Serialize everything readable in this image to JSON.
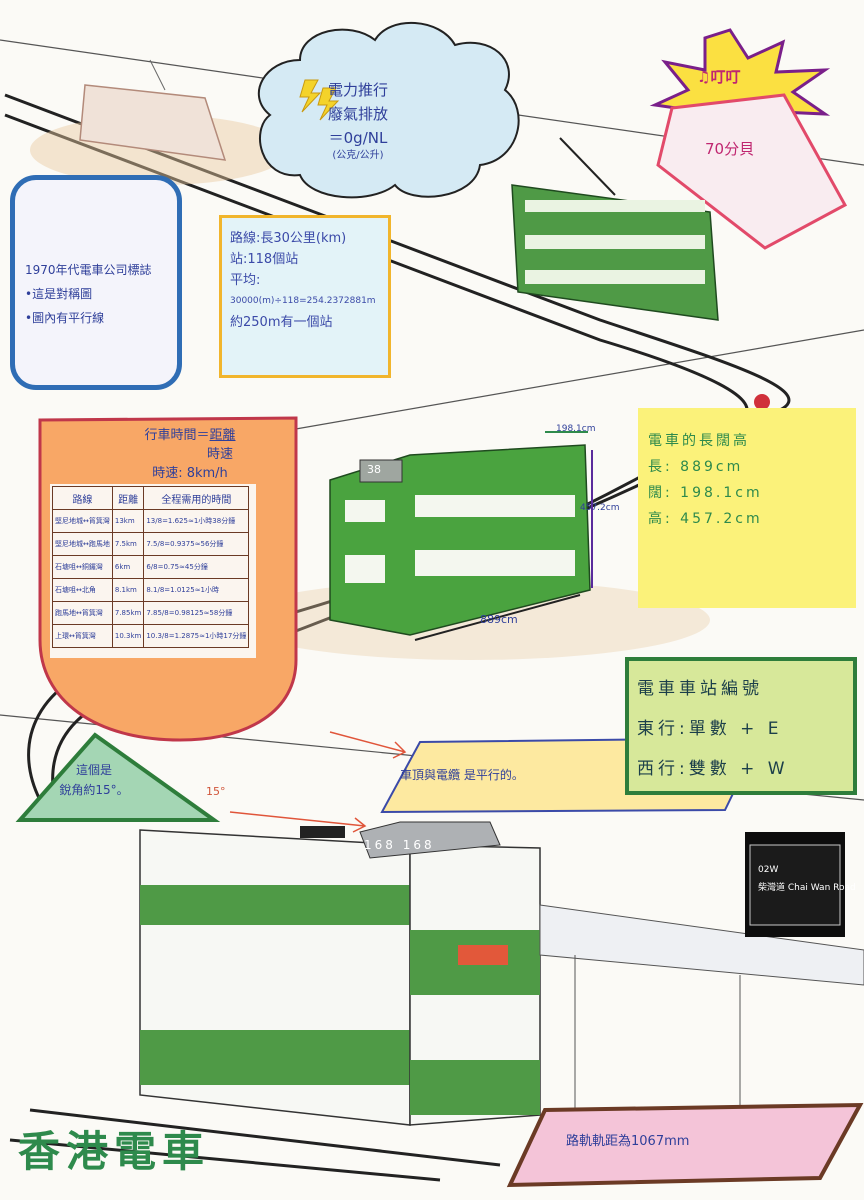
{
  "title": "香港電車",
  "cloud": {
    "line1": "電力推行",
    "line2": "廢氣排放",
    "line3": "＝0g/NL",
    "line4": "(公克/公升)"
  },
  "ding": {
    "label": "♫叮叮",
    "decibel": "70分貝"
  },
  "logo_box": {
    "caption": "1970年代電車公司標誌",
    "item1": "•這是對稱圖",
    "item2": "•圖內有平行線"
  },
  "route_box": {
    "line1": "路線:長30公里(km)",
    "line2": "站:118個站",
    "line3": "平均:",
    "line4": "30000(m)÷118=254.2372881m",
    "line5": "約250m有一個站"
  },
  "dimensions": {
    "title": "電車的長闊高",
    "length": "長: 889cm",
    "width": "闊: 198.1cm",
    "height": "高: 457.2cm",
    "tram_width_label": "198.1cm",
    "tram_height_label": "457.2cm",
    "tram_length_label": "889cm",
    "route_number": "38"
  },
  "travel_time": {
    "formula_left": "行車時間＝",
    "formula_num": "距離",
    "formula_den": "時速",
    "speed": "時速: 8km/h",
    "headers": [
      "路線",
      "距離",
      "全程需用的時間"
    ],
    "rows": [
      [
        "堅尼地城↔筲箕灣",
        "13km",
        "13/8=1.625≈1小時38分鐘"
      ],
      [
        "堅尼地城↔跑馬地",
        "7.5km",
        "7.5/8=0.9375≈56分鐘"
      ],
      [
        "石塘咀↔銅鑼灣",
        "6km",
        "6/8=0.75≈45分鐘"
      ],
      [
        "石塘咀↔北角",
        "8.1km",
        "8.1/8=1.0125≈1小時"
      ],
      [
        "跑馬地↔筲箕灣",
        "7.85km",
        "7.85/8=0.98125≈58分鐘"
      ],
      [
        "上環↔筲箕灣",
        "10.3km",
        "10.3/8=1.2875≈1小時17分鐘"
      ]
    ]
  },
  "station_numbering": {
    "title": "電車車站編號",
    "east": "東行:單數 + E",
    "west": "西行:雙數 + W"
  },
  "triangle": {
    "line1": "這個是",
    "line2": "銳角約15°。"
  },
  "angle_label": "15°",
  "parallel_note": "車頂與電纜 是平行的。",
  "big_tram_number": "168 168",
  "sign": {
    "code": "02W",
    "text": "柴灣道 Chai Wan Road"
  },
  "gauge": "路軌軌距為1067mm",
  "colors": {
    "tram_green": "#3f8f3a",
    "logo_red": "#d33a2c",
    "logo_blue": "#2f6db5"
  }
}
